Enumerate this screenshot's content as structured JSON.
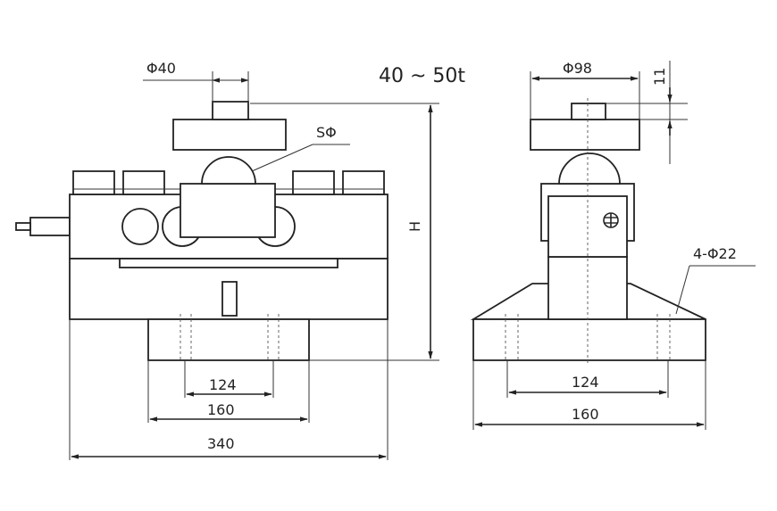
{
  "capacity": "40 ~ 50t",
  "front_view": {
    "shaft_diameter": "Φ40",
    "ball_label": "SΦ",
    "height_label": "H",
    "hole_spacing": "124",
    "base_width": "160",
    "overall_length": "340"
  },
  "side_view": {
    "top_diameter": "Φ98",
    "top_offset": "11",
    "holes": "4-Φ22",
    "hole_spacing": "124",
    "base_width": "160"
  }
}
